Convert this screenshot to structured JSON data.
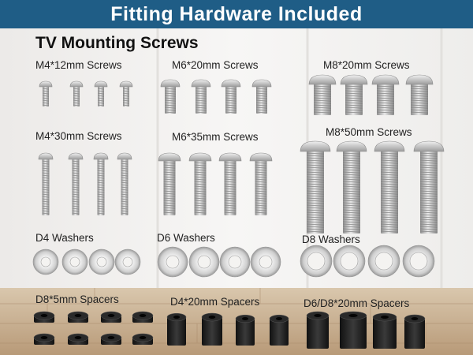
{
  "banner": {
    "text": "Fitting Hardware Included",
    "color": "#1f5d86"
  },
  "title": "TV Mounting Screws",
  "groups": {
    "m4_12": {
      "label": "M4*12mm Screws",
      "count": 4
    },
    "m6_20": {
      "label": "M6*20mm Screws",
      "count": 4
    },
    "m8_20": {
      "label": "M8*20mm Screws",
      "count": 4
    },
    "m4_30": {
      "label": "M4*30mm Screws",
      "count": 4
    },
    "m6_35": {
      "label": "M6*35mm Screws",
      "count": 4
    },
    "m8_50": {
      "label": "M8*50mm Screws",
      "count": 4
    },
    "d4_washers": {
      "label": "D4 Washers",
      "count": 4
    },
    "d6_washers": {
      "label": "D6 Washers",
      "count": 4
    },
    "d8_washers": {
      "label": "D8 Washers",
      "count": 4
    },
    "d8_5_spacers": {
      "label": "D8*5mm Spacers",
      "count": 8
    },
    "d4_20_spacers": {
      "label": "D4*20mm Spacers",
      "count": 4
    },
    "d6d8_20_spacers": {
      "label": "D6/D8*20mm Spacers",
      "count": 4
    }
  }
}
